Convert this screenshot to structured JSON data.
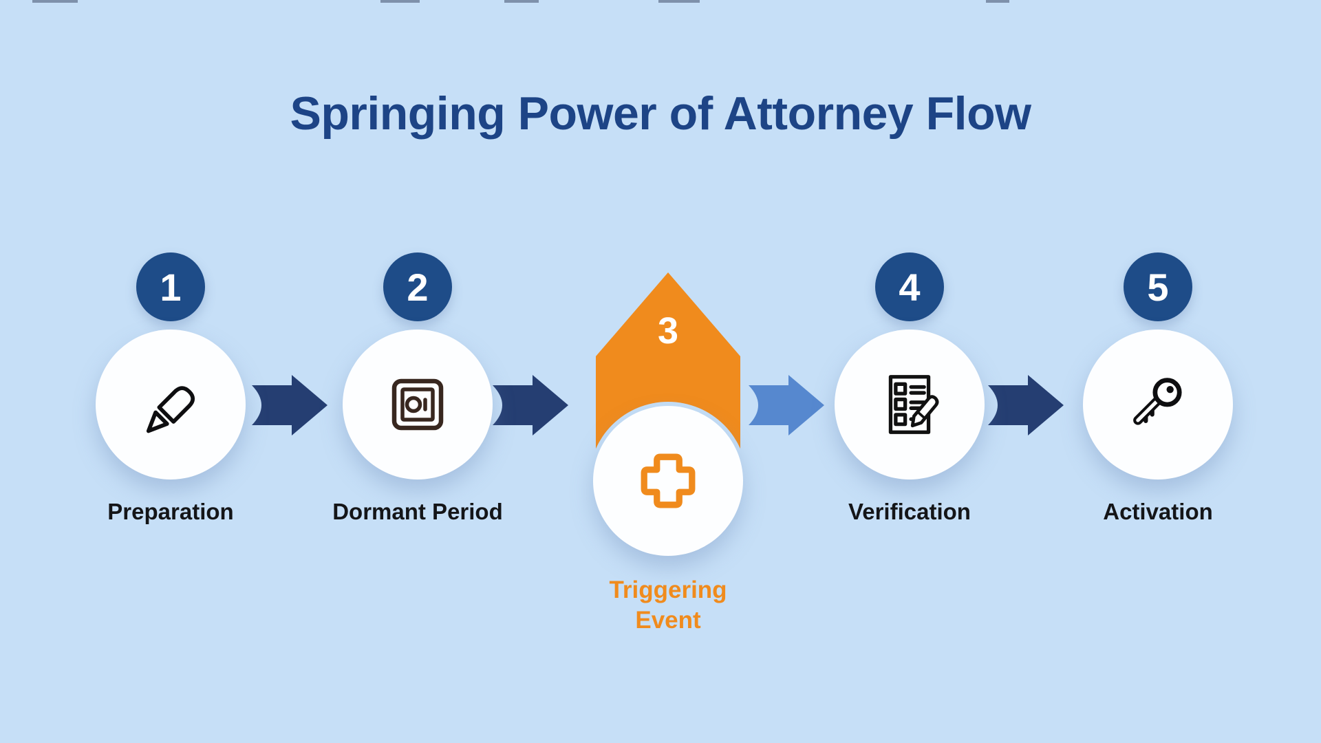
{
  "title": {
    "text": "Springing Power of Attorney Flow",
    "color": "#1D4486"
  },
  "steps": [
    {
      "number": "1",
      "label": "Preparation",
      "icon": "pencil-icon"
    },
    {
      "number": "2",
      "label": "Dormant Period",
      "icon": "safe-icon"
    },
    {
      "number": "3",
      "label": "Triggering Event",
      "label_line1": "Triggering",
      "label_line2": "Event",
      "icon": "medical-cross-icon",
      "highlighted": true
    },
    {
      "number": "4",
      "label": "Verification",
      "icon": "checklist-icon"
    },
    {
      "number": "5",
      "label": "Activation",
      "icon": "key-icon"
    }
  ],
  "arrows": [
    {
      "from": "1",
      "to": "2",
      "color": "#253E72"
    },
    {
      "from": "2",
      "to": "3",
      "color": "#253E72"
    },
    {
      "from": "3",
      "to": "4",
      "color": "#5688CF"
    },
    {
      "from": "4",
      "to": "5",
      "color": "#253E72"
    }
  ],
  "colors": {
    "background": "#C6DFF7",
    "badge_navy": "#1E4C88",
    "step_circle": "#FDFEFF",
    "accent_orange": "#F08B1D",
    "navy_arrow": "#253E72",
    "light_blue_arrow": "#5688CF",
    "title_blue": "#1D4486",
    "label_text": "#141518"
  }
}
